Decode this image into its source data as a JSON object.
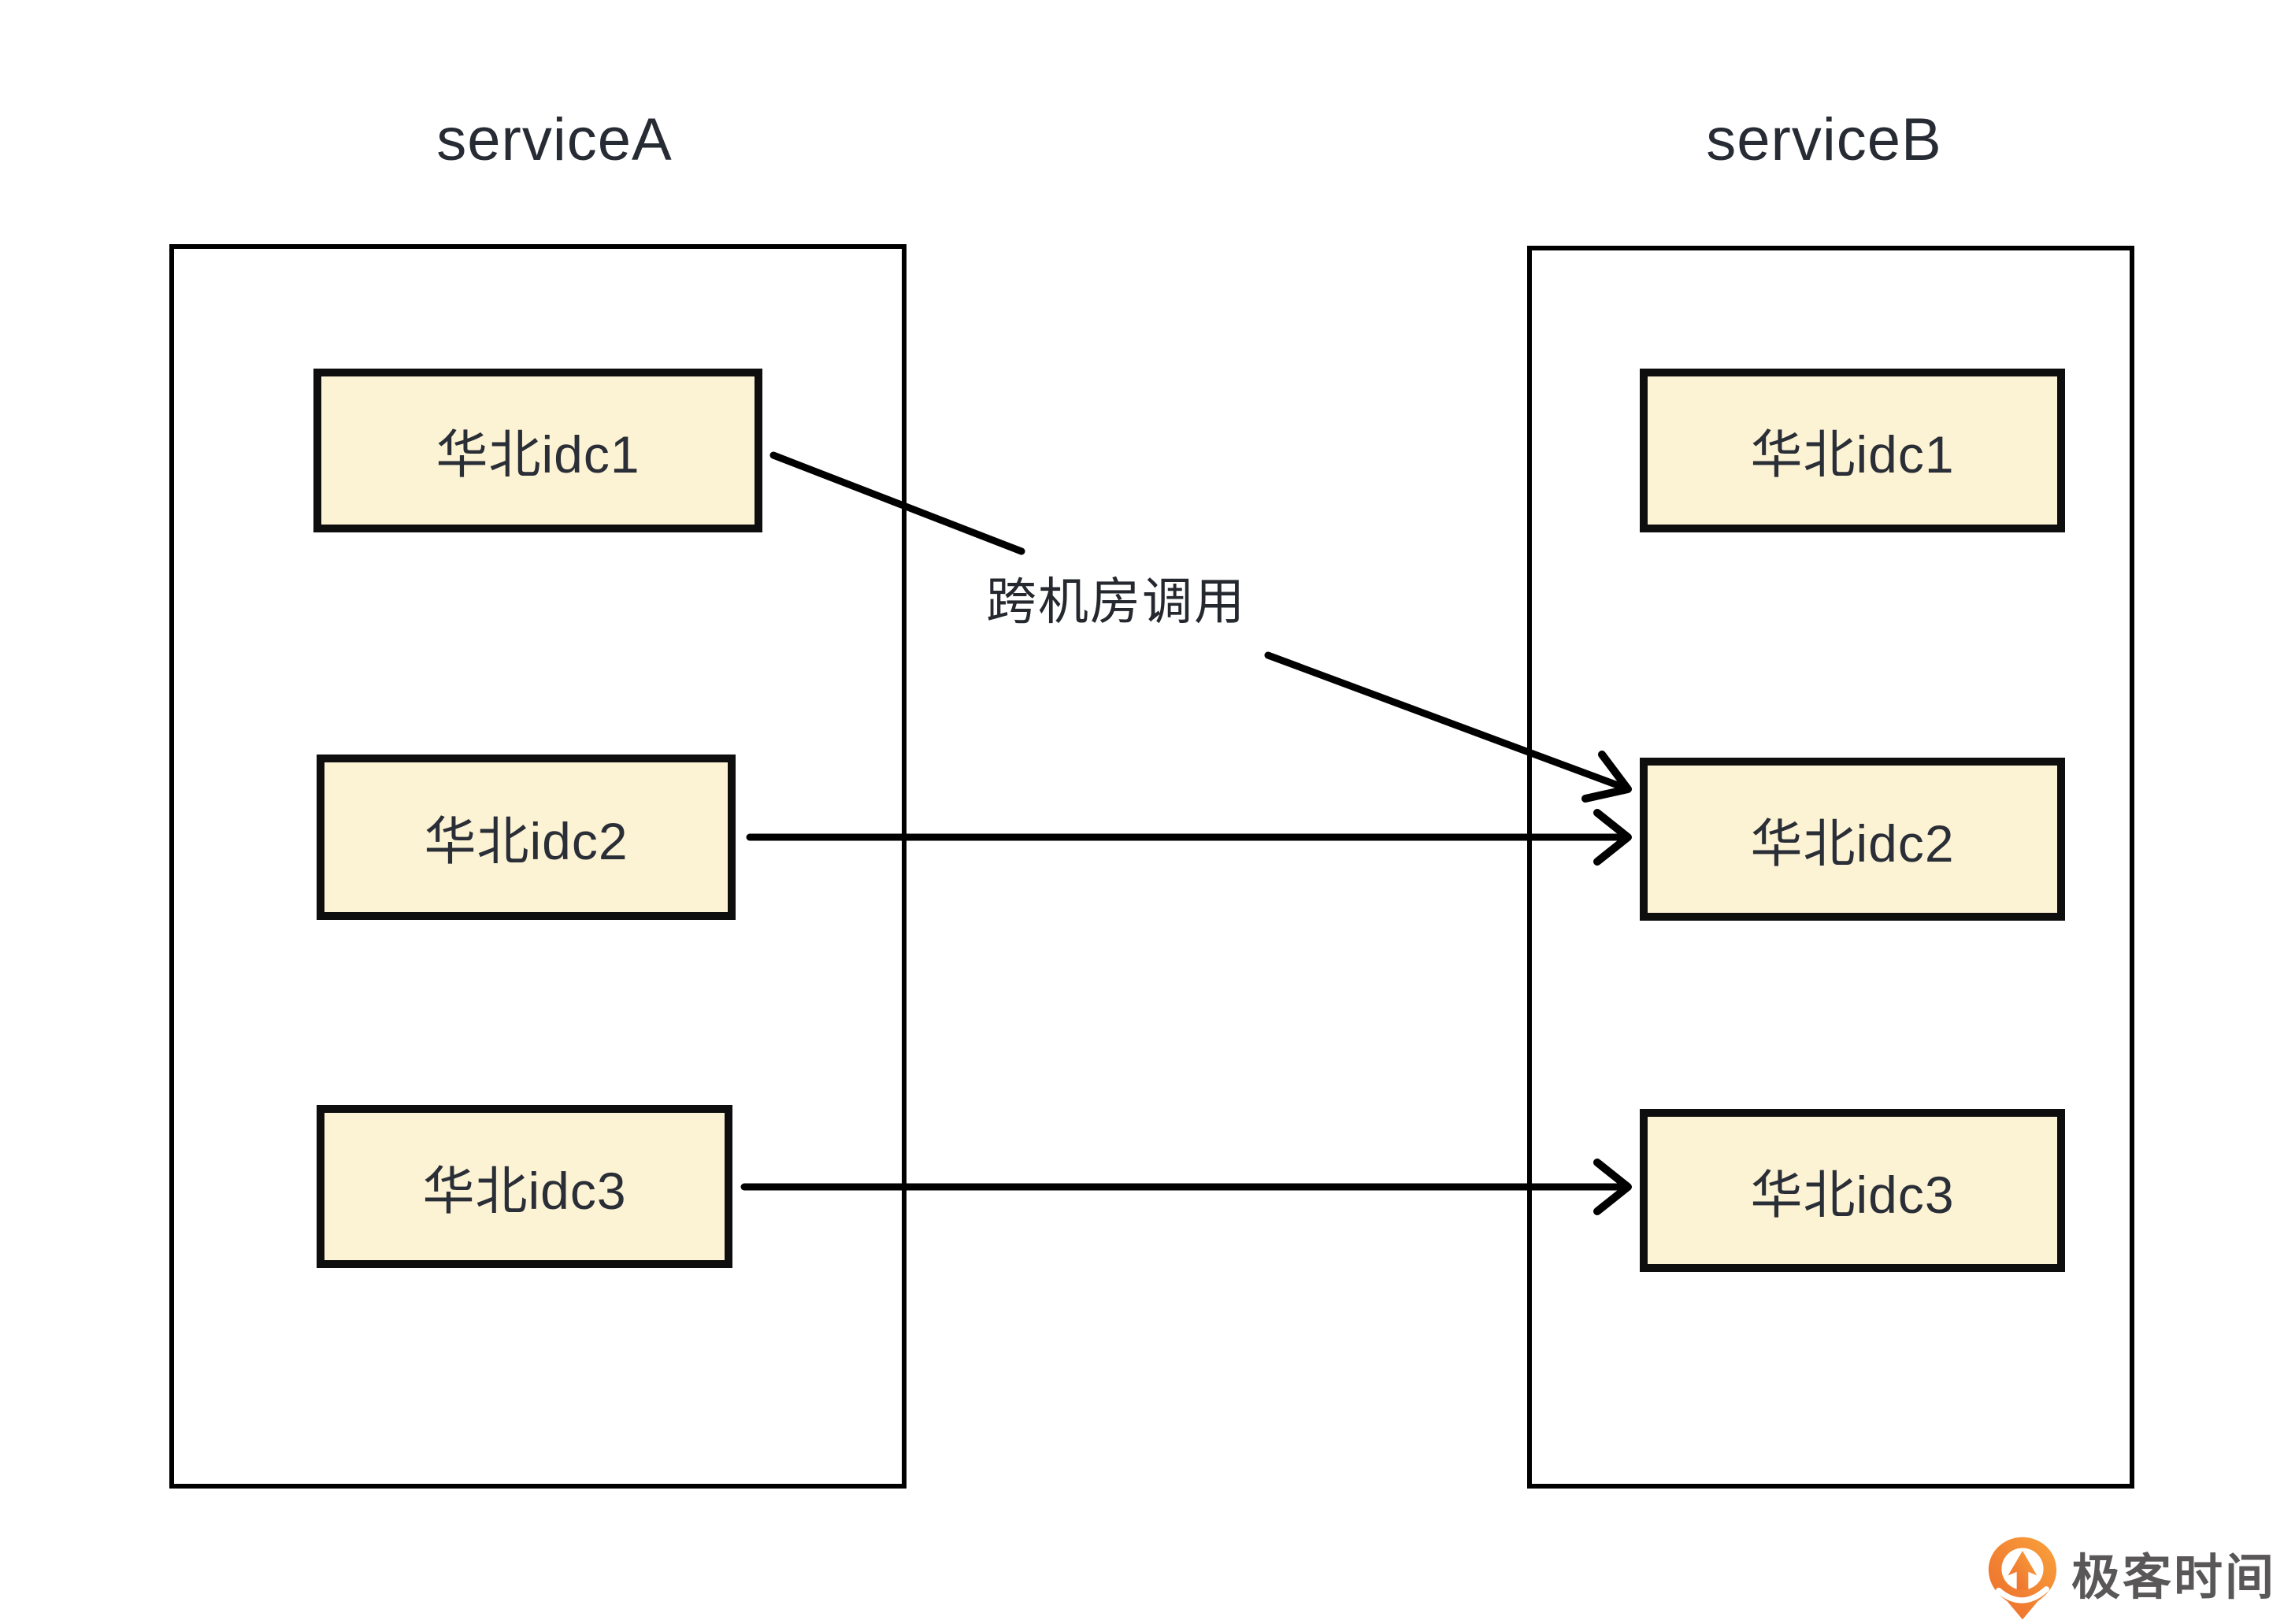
{
  "diagram": {
    "serviceA": {
      "title": "serviceA",
      "nodes": [
        {
          "label": "华北idc1"
        },
        {
          "label": "华北idc2"
        },
        {
          "label": "华北idc3"
        }
      ]
    },
    "serviceB": {
      "title": "serviceB",
      "nodes": [
        {
          "label": "华北idc1"
        },
        {
          "label": "华北idc2"
        },
        {
          "label": "华北idc3"
        }
      ]
    },
    "edges": [
      {
        "from": "serviceA.华北idc1",
        "to": "serviceB.华北idc2",
        "label": "跨机房调用",
        "type": "cross-idc"
      },
      {
        "from": "serviceA.华北idc2",
        "to": "serviceB.华北idc2",
        "label": "",
        "type": "direct"
      },
      {
        "from": "serviceA.华北idc3",
        "to": "serviceB.华北idc3",
        "label": "",
        "type": "direct"
      }
    ]
  },
  "footer": {
    "logo_text": "极客时间"
  },
  "colors": {
    "node_fill": "#fcf2d4",
    "node_border": "#0e0e0e",
    "group_border": "#000000",
    "line": "#000000",
    "text": "#2a2e36",
    "title_text": "#272b33",
    "logo_orange": "#f1762d",
    "logo_orange_light": "#f9a23c",
    "logo_text_gray": "#595757"
  }
}
